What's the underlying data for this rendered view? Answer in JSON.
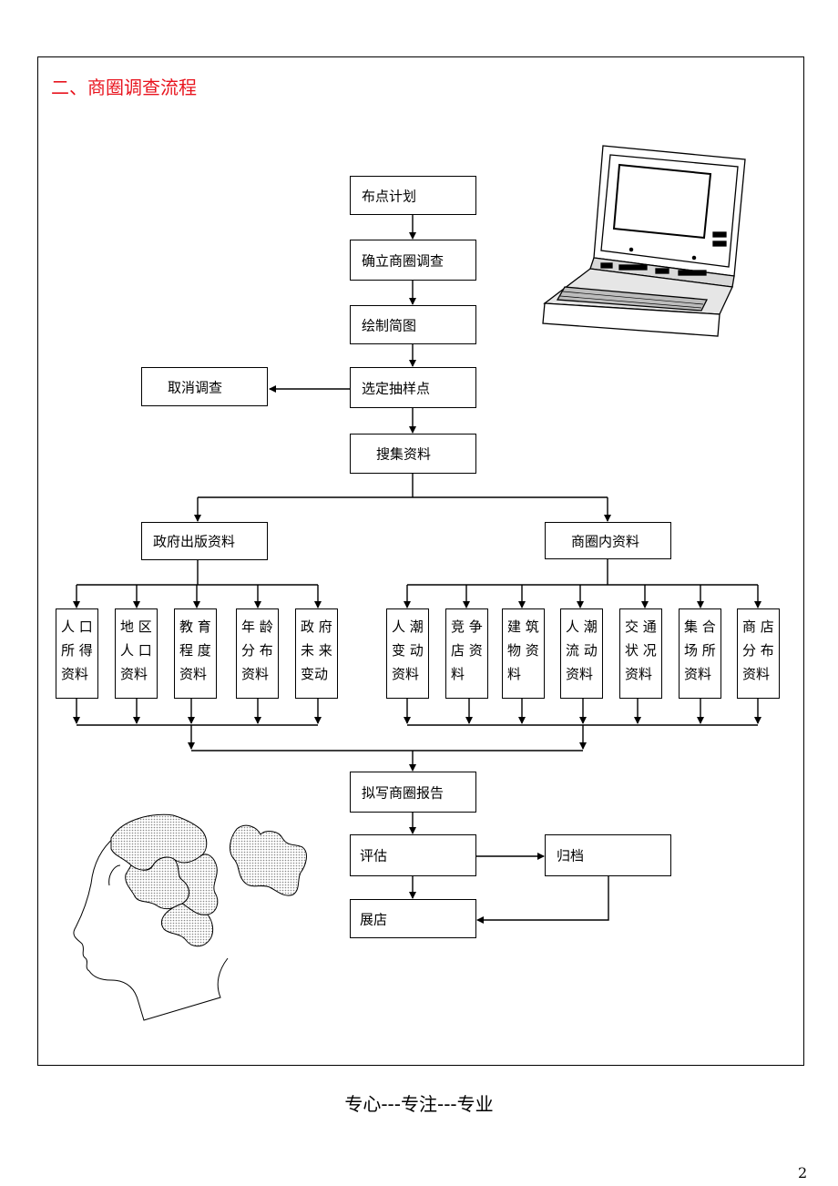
{
  "heading": "二、商圈调查流程",
  "flow": {
    "plan": "布点计划",
    "establish": "确立商圈调查",
    "sketch": "绘制简图",
    "sampling": "选定抽样点",
    "cancel": "取消调查",
    "collect": "搜集资料",
    "gov": "政府出版资料",
    "inner": "商圈内资料",
    "report": "拟写商圈报告",
    "evaluate": "评估",
    "archive": "归档",
    "open": "展店"
  },
  "gov_items": [
    [
      "人  口",
      "所  得",
      "资料"
    ],
    [
      "地  区",
      "人  口",
      "资料"
    ],
    [
      "教  育",
      "程  度",
      "资料"
    ],
    [
      "年  龄",
      "分  布",
      "资料"
    ],
    [
      "政  府",
      "未  来",
      "变动"
    ]
  ],
  "inner_items": [
    [
      "人  潮",
      "变  动",
      "资料"
    ],
    [
      "竞  争",
      "店  资",
      "料"
    ],
    [
      "建  筑",
      "物  资",
      "料"
    ],
    [
      "人  潮",
      "流  动",
      "资料"
    ],
    [
      "交  通",
      "状  况",
      "资料"
    ],
    [
      "集  合",
      "场  所",
      "资料"
    ],
    [
      "商  店",
      "分  布",
      "资料"
    ]
  ],
  "clipart": [
    "laptop-computer",
    "puzzle-head"
  ],
  "footer": "专心---专注---专业",
  "page_number": "2",
  "colors": {
    "heading": "#e8141e",
    "line": "#000000"
  }
}
